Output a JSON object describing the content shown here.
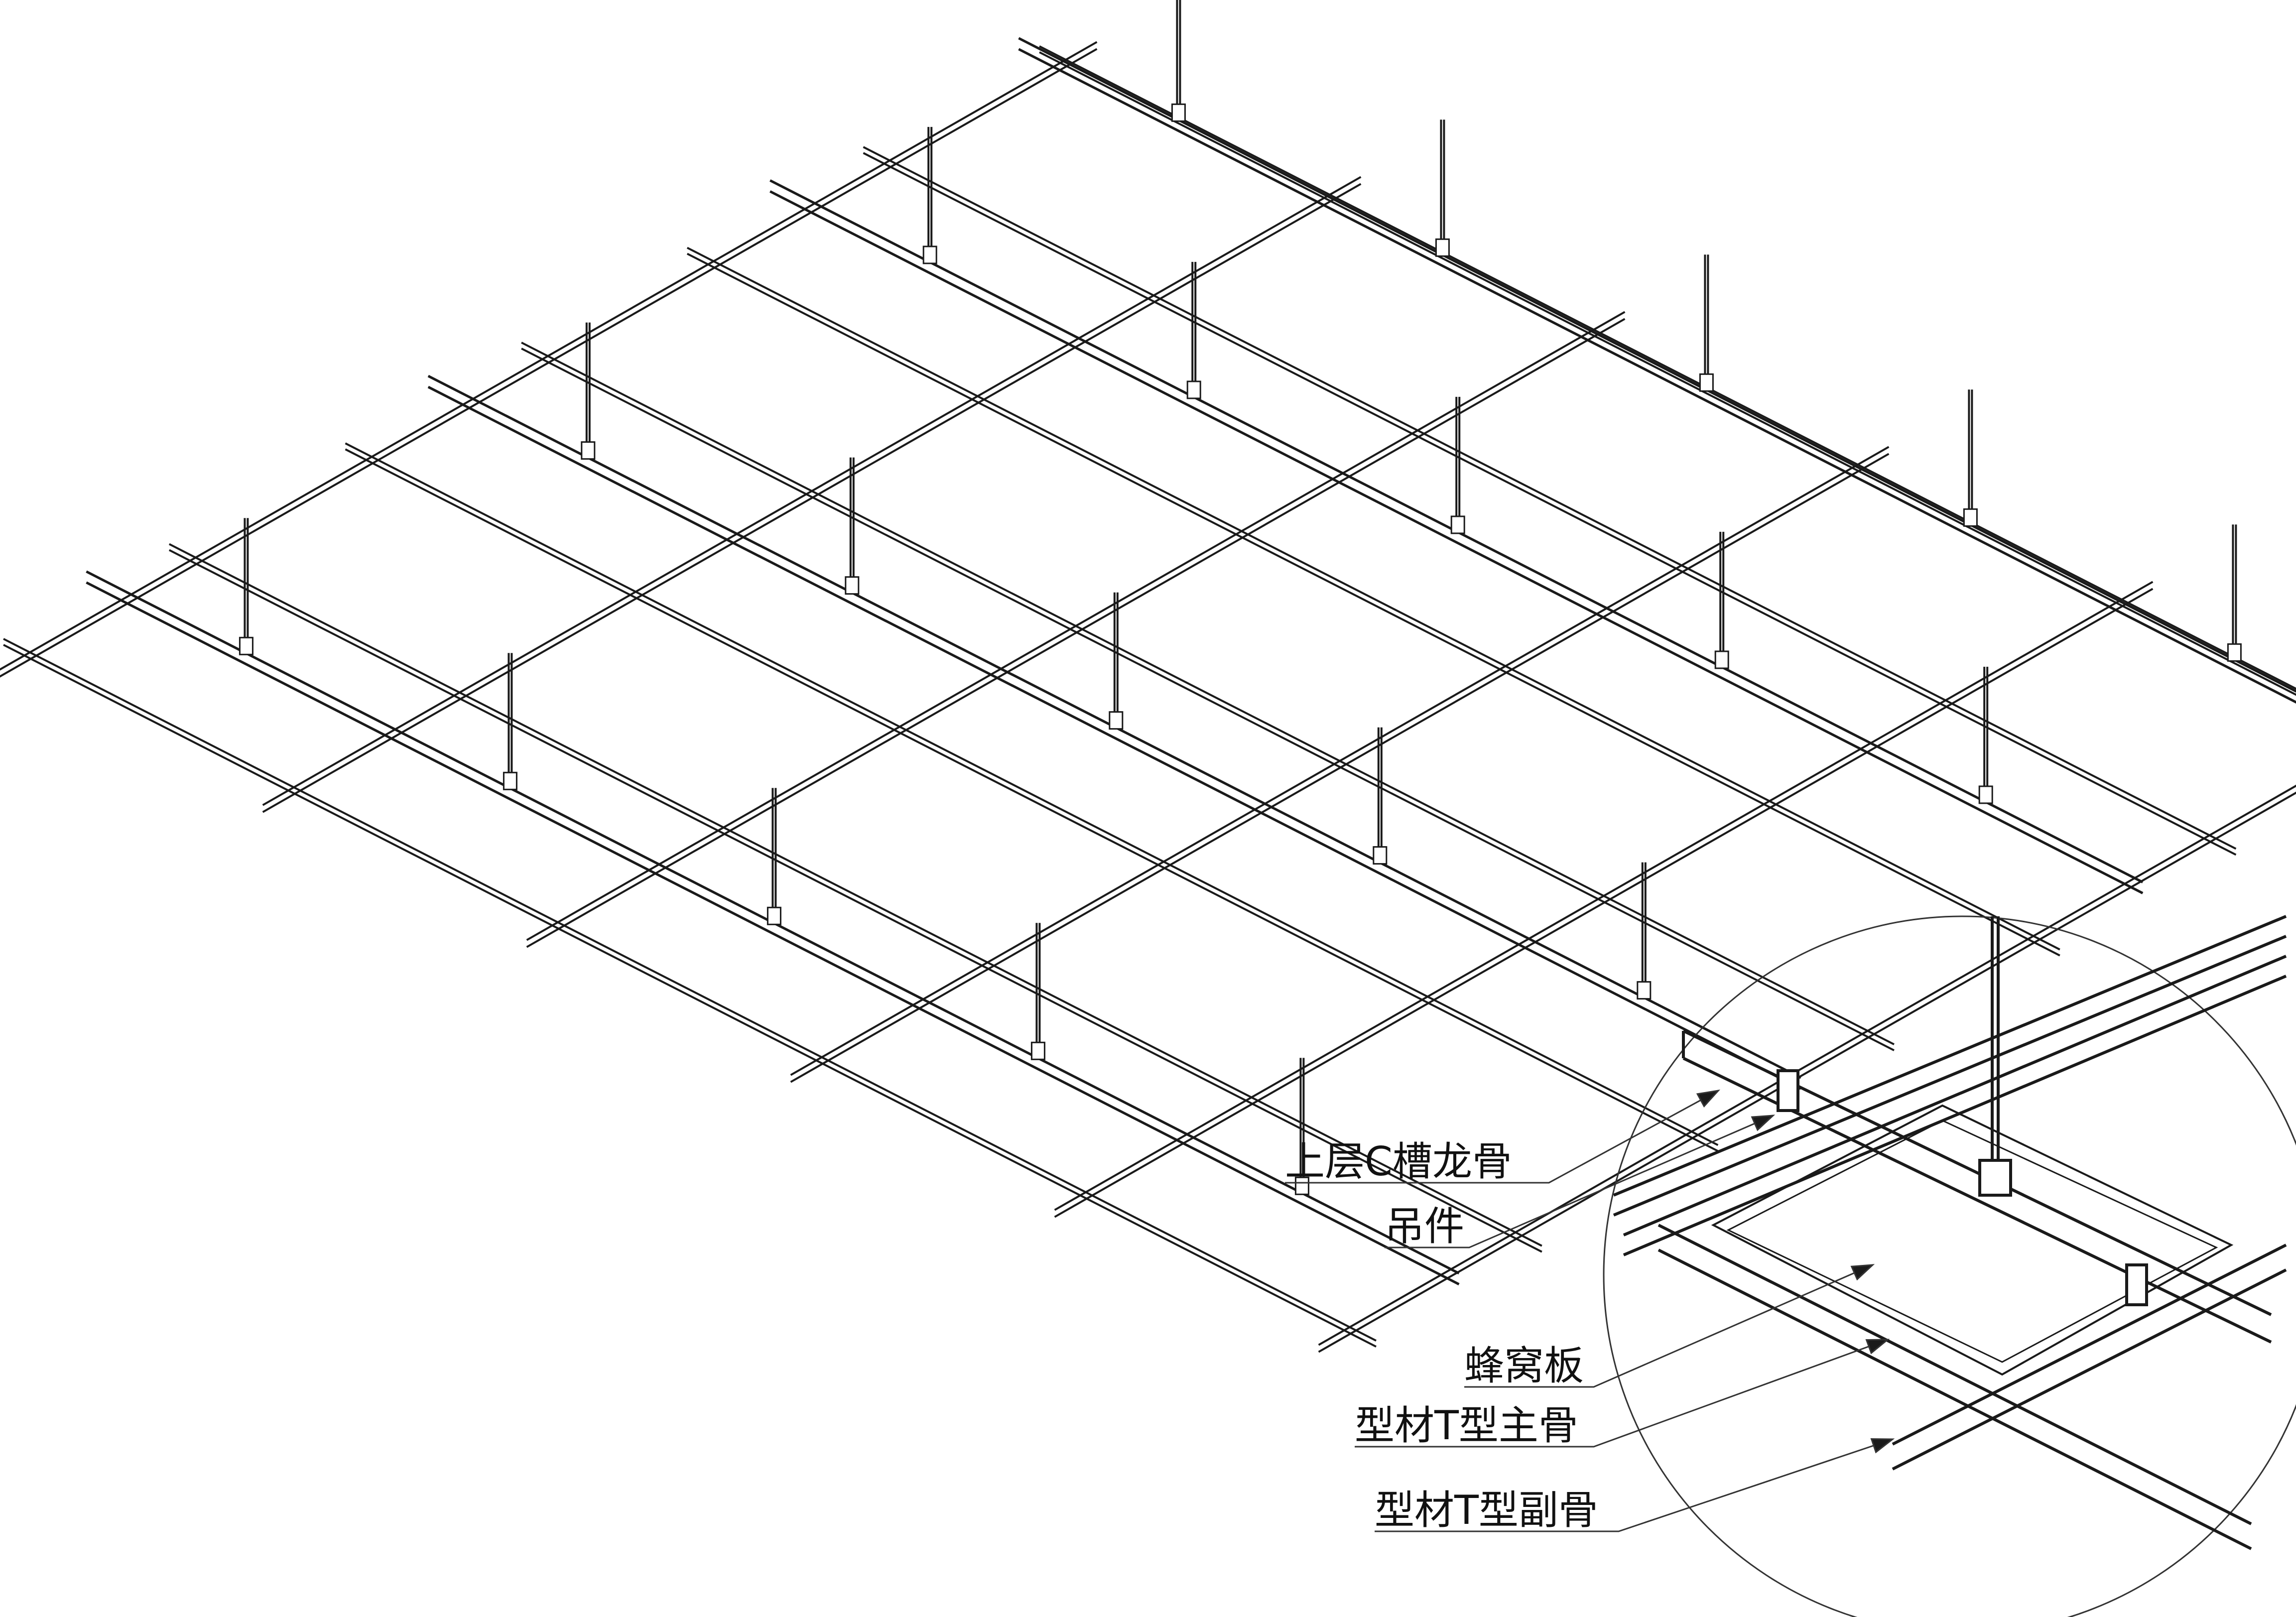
{
  "callouts": [
    {
      "id": "c-channel",
      "text": "上层C槽龙骨"
    },
    {
      "id": "hanger",
      "text": "吊件"
    },
    {
      "id": "honeycomb",
      "text": "蜂窝板"
    },
    {
      "id": "t-main",
      "text": "型材T型主骨"
    },
    {
      "id": "t-sub",
      "text": "型材T型副骨"
    }
  ],
  "colors": {
    "line": "#1a1a1a",
    "background": "#ffffff"
  }
}
